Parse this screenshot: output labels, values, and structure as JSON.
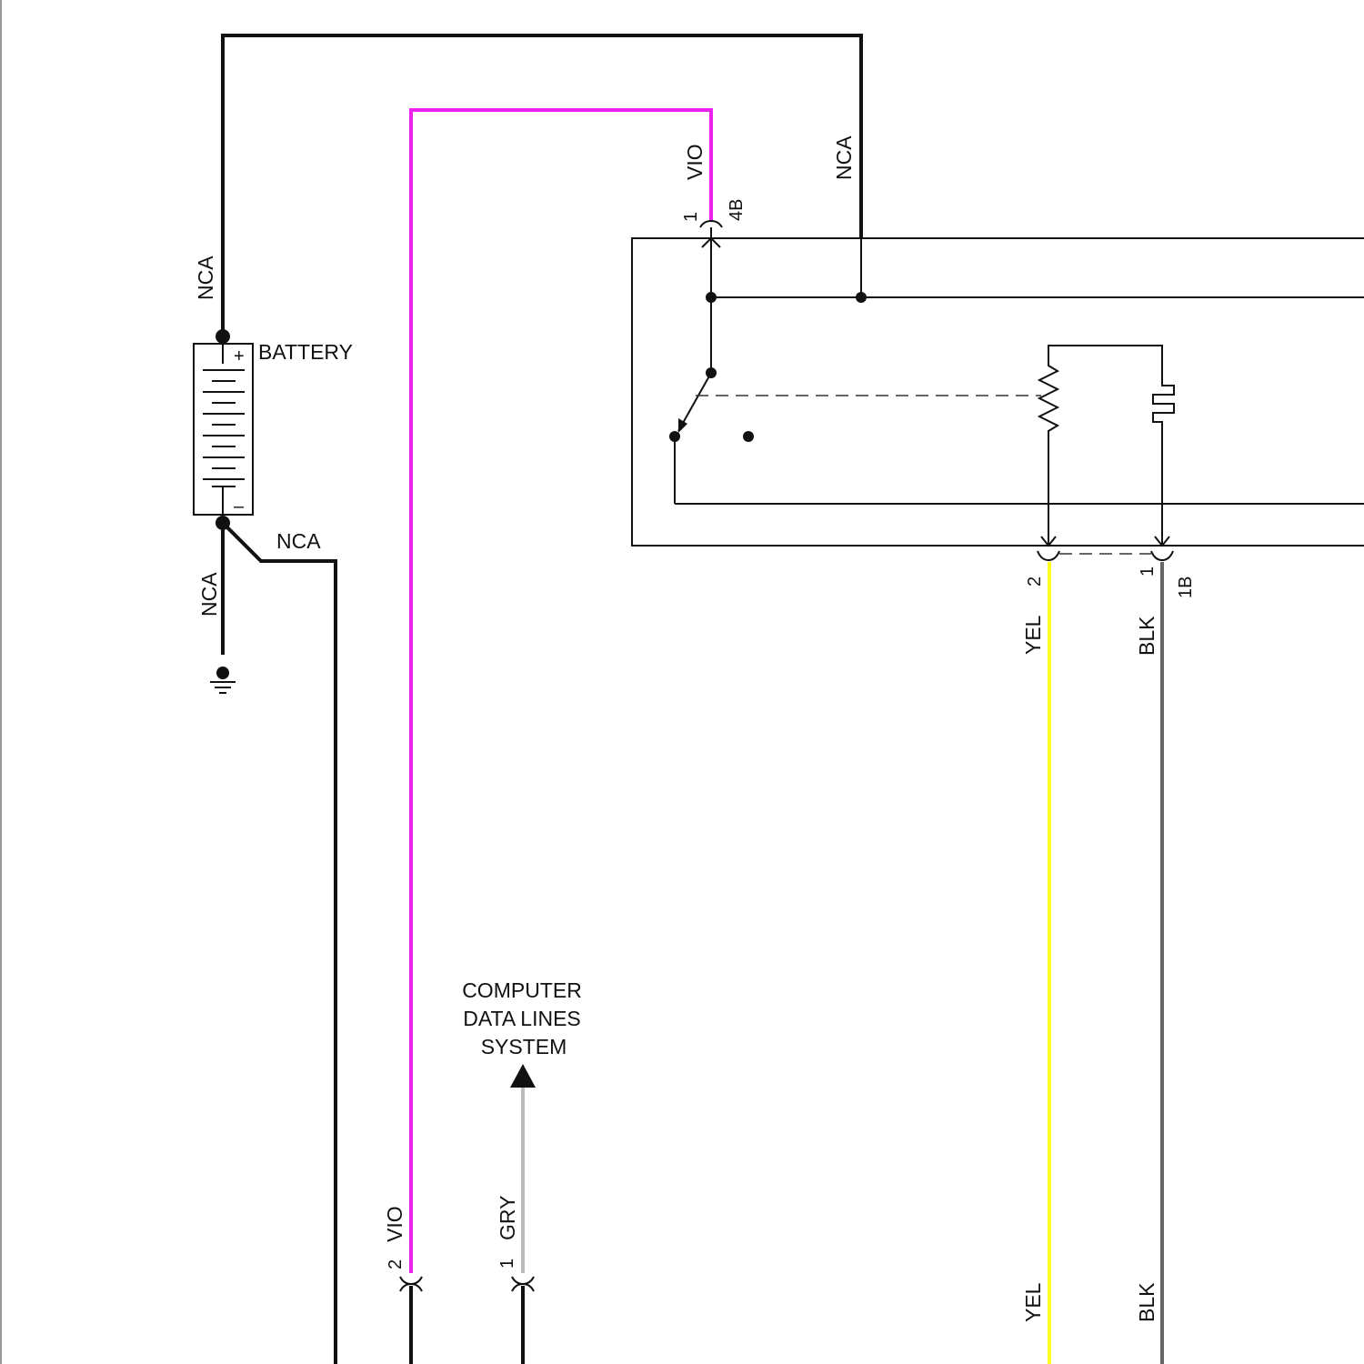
{
  "colors": {
    "black_wire": "#111111",
    "violet_wire": "#ee22ee",
    "gray_wire": "#bbbbbb",
    "yellow_wire": "#ffff22",
    "black_gray_wire": "#666666"
  },
  "battery": {
    "label": "BATTERY",
    "plus": "+",
    "minus": "–"
  },
  "wire_labels": {
    "nca_top_left": "NCA",
    "nca_top_right": "NCA",
    "nca_ground": "NCA",
    "nca_branch": "NCA",
    "vio_top": "VIO",
    "vio_bottom": "VIO",
    "gry_bottom": "GRY",
    "yel_mid": "YEL",
    "yel_bottom": "YEL",
    "blk_mid": "BLK",
    "blk_bottom": "BLK"
  },
  "connectors": {
    "top_pin": "1",
    "top_id": "4B",
    "yel_pin": "2",
    "blk_pin": "1",
    "blk_id": "1B",
    "vio_bottom_pin": "2",
    "gry_bottom_pin": "1"
  },
  "reference": {
    "line1": "COMPUTER",
    "line2": "DATA LINES",
    "line3": "SYSTEM"
  }
}
